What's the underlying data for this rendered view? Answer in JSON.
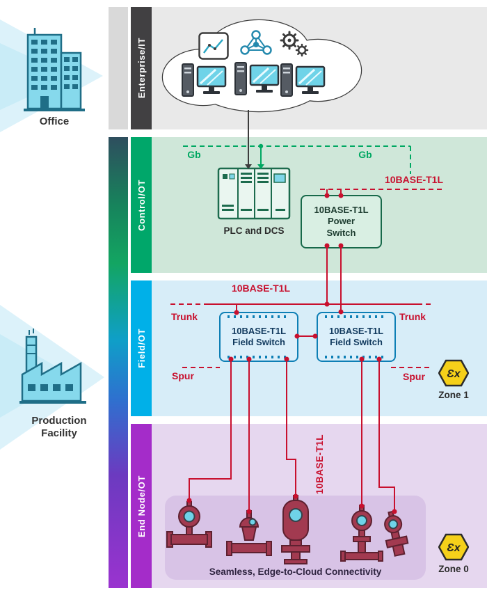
{
  "left_panel": {
    "office_label": "Office",
    "production_label": "Production Facility"
  },
  "bands": {
    "enterprise": {
      "label": "Enterprise/IT"
    },
    "control": {
      "label": "Control/OT"
    },
    "field": {
      "label": "Field/OT"
    },
    "endnode": {
      "label": "End Node/OT"
    }
  },
  "control": {
    "gb_left": "Gb",
    "gb_right": "Gb",
    "plc_label": "PLC and DCS",
    "power_switch_label": "10BASE-T1L\nPower\nSwitch",
    "t1l_label": "10BASE-T1L"
  },
  "field": {
    "t1l_label": "10BASE-T1L",
    "trunk_left_label": "Trunk",
    "trunk_right_label": "Trunk",
    "switch1_label": "10BASE-T1L\nField Switch",
    "switch2_label": "10BASE-T1L\nField Switch",
    "spur_left_label": "Spur",
    "spur_right_label": "Spur",
    "zone_label": "Zone 1",
    "ex_symbol": "Ɛx"
  },
  "endnode": {
    "t1l_label": "10BASE-T1L",
    "caption": "Seamless, Edge-to-Cloud Connectivity",
    "zone_label": "Zone 0",
    "ex_symbol": "Ɛx"
  },
  "colors": {
    "t1l_red": "#c8102e",
    "gb_green": "#00a862",
    "enterprise_bar": "#414042",
    "control_bar": "#00a76a",
    "field_bar": "#00b0e8",
    "endnode_bar": "#a42cc9",
    "zone_yellow": "#f5d01a"
  }
}
